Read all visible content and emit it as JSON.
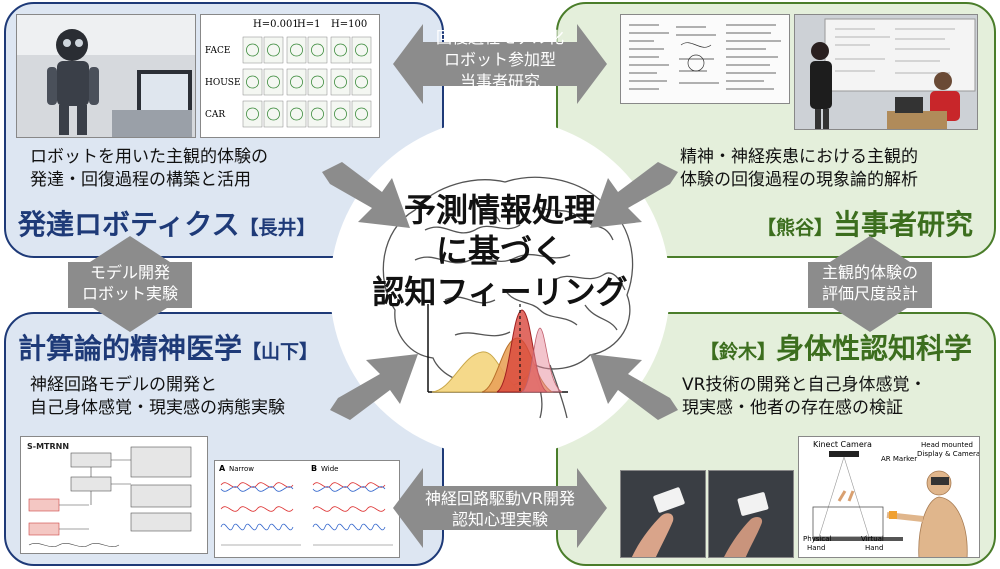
{
  "center": {
    "title_lines": [
      "予測情報処理",
      "に基づく",
      "認知フィーリング"
    ]
  },
  "quadrants": {
    "top_left": {
      "description": "ロボットを用いた主観的体験の\n発達・回復過程の構築と活用",
      "title": "発達ロボティクス",
      "tag": "【長井】",
      "figure": {
        "col_headers": [
          "H=0.001",
          "H=1",
          "H=100"
        ],
        "row_labels": [
          "FACE",
          "HOUSE",
          "CAR"
        ]
      }
    },
    "top_right": {
      "description": "精神・神経疾患における主観的\n体験の回復過程の現象論的解析",
      "title": "当事者研究",
      "tag": "【熊谷】"
    },
    "bottom_left": {
      "title": "計算論的精神医学",
      "tag": "【山下】",
      "description": "神経回路モデルの開発と\n自己身体感覚・現実感の病態実験",
      "figure": {
        "model_name": "S-MTRNN",
        "panel_a": "A",
        "panel_b": "B",
        "panel_a_title": "Narrow",
        "panel_b_title": "Wide"
      }
    },
    "bottom_right": {
      "tag": "【鈴木】",
      "title": "身体性認知科学",
      "description": "VR技術の開発と自己身体感覚・\n現実感・他者の存在感の検証",
      "figure": {
        "kinect_label": "Kinect Camera",
        "ar_label": "AR Marker",
        "hmd_label": "Head mounted\nDisplay & Camera",
        "physical_label": "Physical\nHand",
        "virtual_label": "Virtual\nHand"
      }
    }
  },
  "arrows": {
    "top": "回復過程モデル化\nロボット参加型\n当事者研究",
    "left": "モデル開発\nロボット実験",
    "right": "主観的体験の\n評価尺度設計",
    "bottom": "神経回路駆動VR開発\n認知心理実験"
  },
  "colors": {
    "blue_border": "#1e3a78",
    "blue_fill": "#dde6f2",
    "green_border": "#4a7d2a",
    "green_fill": "#e4efdb",
    "arrow_gray": "#8c8c8c"
  }
}
